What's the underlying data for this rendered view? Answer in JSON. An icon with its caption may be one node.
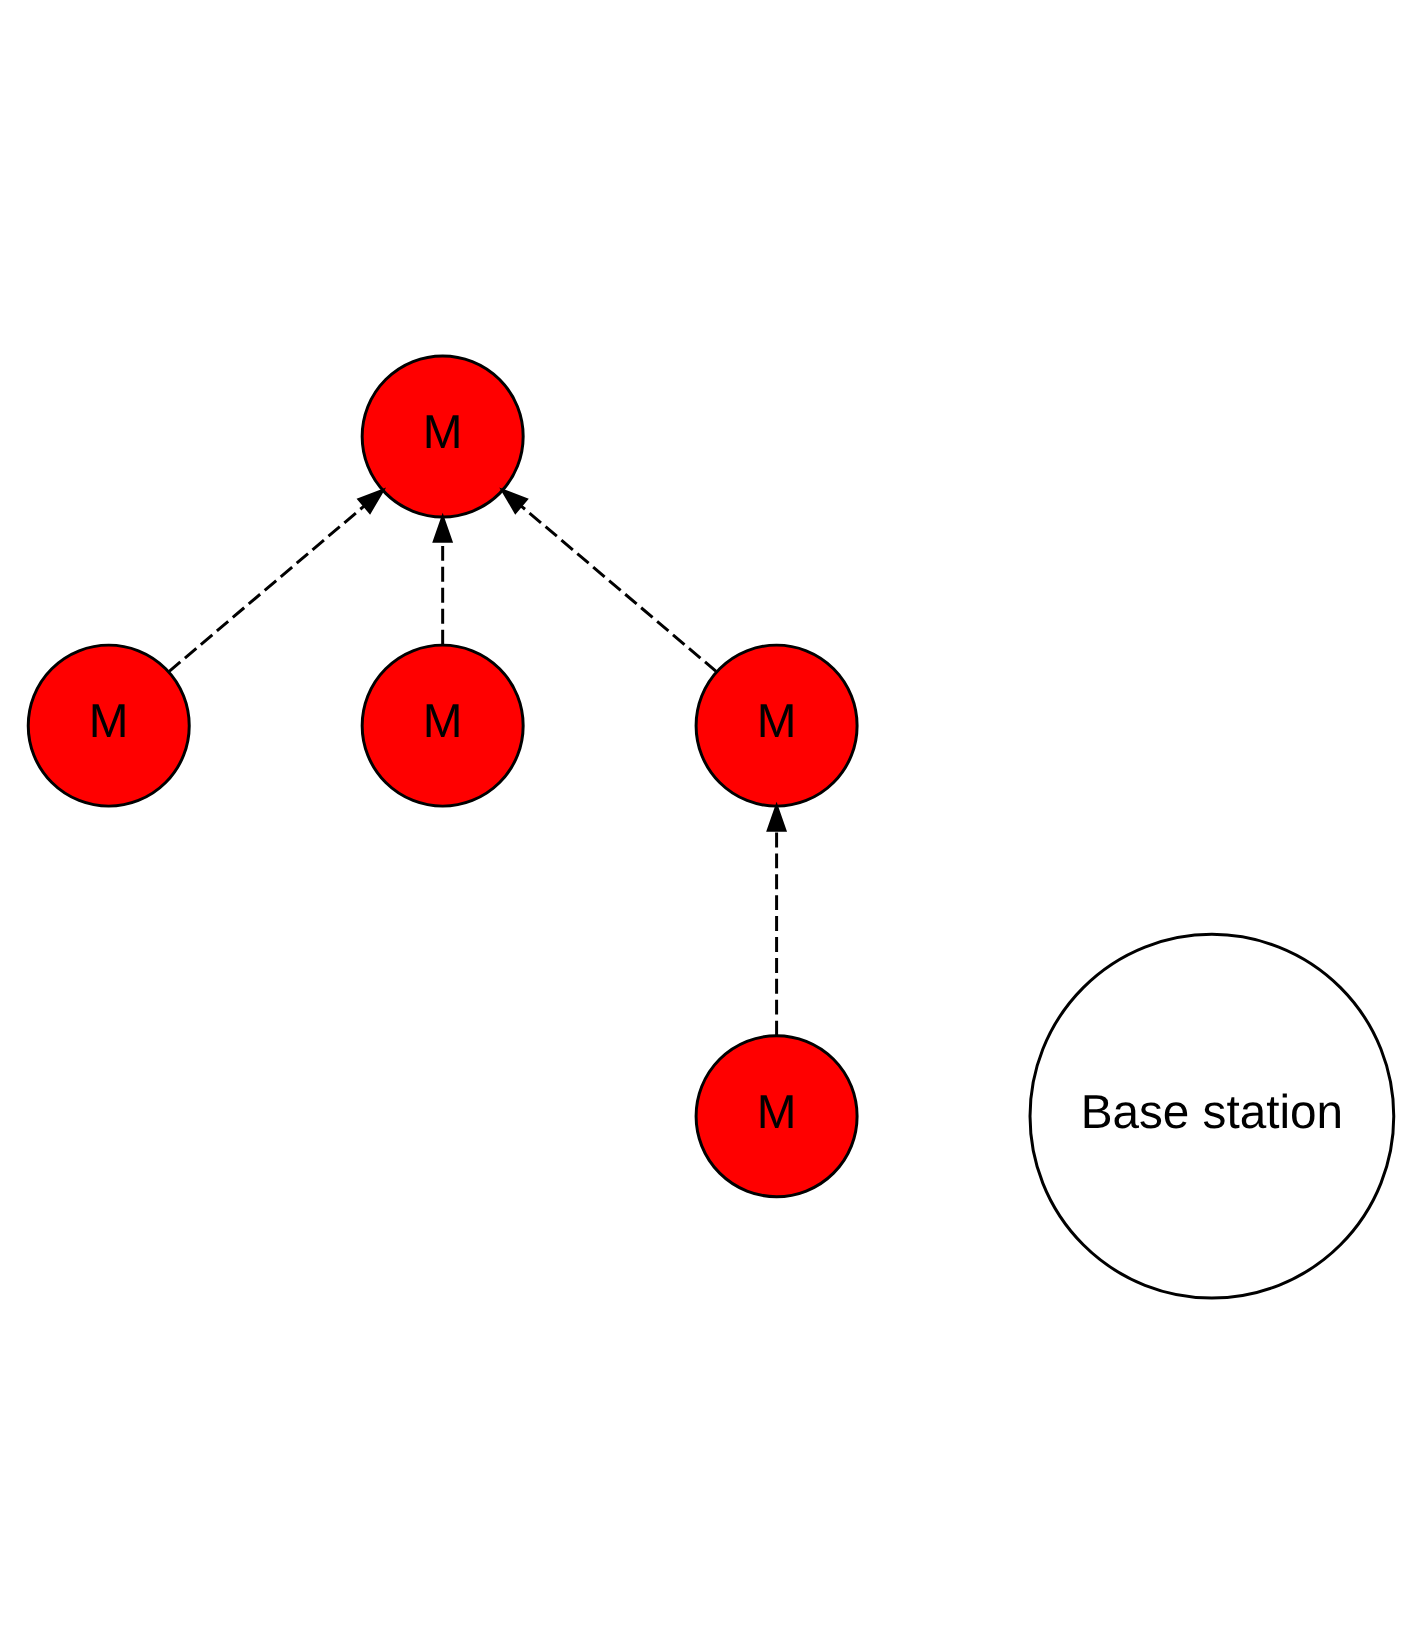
{
  "diagram": {
    "nodes": [
      {
        "text": [
          "M"
        ]
      },
      {
        "text": [
          "M"
        ]
      },
      {
        "text": [
          "M"
        ]
      },
      {
        "text": [
          "Base station"
        ]
      },
      {
        "text": [
          "M"
        ]
      },
      {
        "text": [
          "M"
        ]
      }
    ],
    "edges": [
      {
        "from": 0,
        "to": 1,
        "arrow": "to",
        "style": "dashed"
      },
      {
        "from": 2,
        "to": 1,
        "arrow": "to",
        "style": "dashed"
      },
      {
        "from": 4,
        "to": 1,
        "arrow": "to",
        "style": "dashed"
      },
      {
        "from": 5,
        "to": 4,
        "arrow": "to",
        "style": "dashed"
      }
    ]
  }
}
